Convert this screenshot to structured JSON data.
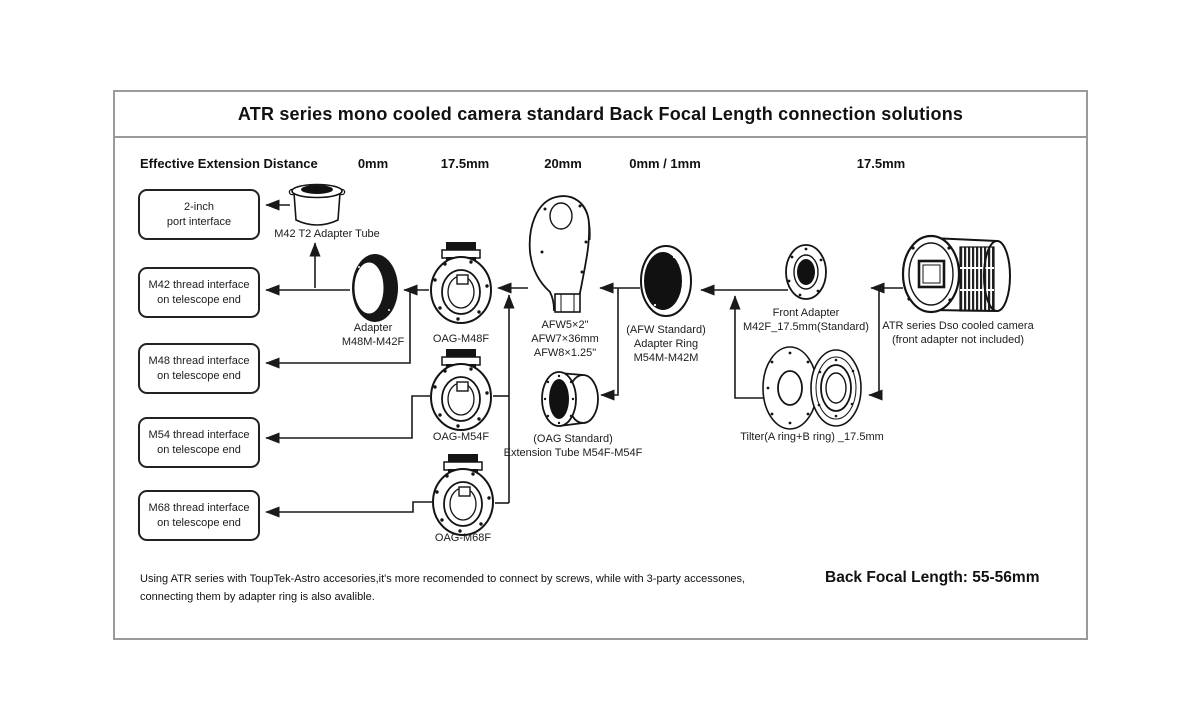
{
  "title": "ATR series mono cooled camera standard Back Focal Length connection solutions",
  "header": {
    "label": "Effective Extension Distance",
    "distances": [
      "0mm",
      "17.5mm",
      "20mm",
      "0mm / 1mm",
      "17.5mm"
    ]
  },
  "interfaces": [
    {
      "label": "2-inch\nport interface"
    },
    {
      "label": "M42 thread interface\non telescope end"
    },
    {
      "label": "M48 thread interface\non telescope end"
    },
    {
      "label": "M54 thread interface\non telescope end"
    },
    {
      "label": "M68 thread interface\non telescope end"
    }
  ],
  "components": {
    "t2_tube": "M42 T2 Adapter Tube",
    "adapter_m48m_m42f": "Adapter\nM48M-M42F",
    "oag_m48f": "OAG-M48F",
    "oag_m54f": "OAG-M54F",
    "oag_m68f": "OAG-M68F",
    "afw": "AFW5×2\"\nAFW7×36mm\nAFW8×1.25\"",
    "extension_tube": "(OAG Standard)\nExtension Tube M54F-M54F",
    "adapter_ring": "(AFW Standard)\nAdapter Ring\nM54M-M42M",
    "front_adapter": "Front Adapter\nM42F_17.5mm(Standard)",
    "tilter": "Tilter(A ring+B ring) _17.5mm",
    "camera": "ATR series Dso cooled camera\n(front adapter not included)"
  },
  "footer": {
    "note": "Using ATR series with ToupTek-Astro accesories,it's more recomended to connect by screws, while with 3-party accessones,\nconnecting them by adapter ring is also avalible.",
    "back_focal_length": "Back Focal Length:  55-56mm"
  }
}
